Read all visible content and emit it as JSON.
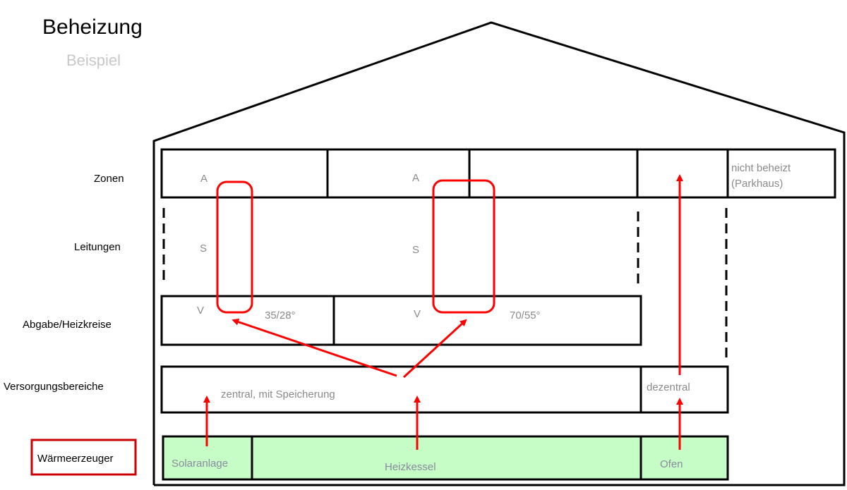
{
  "title": "Beheizung",
  "subtitle": "Beispiel",
  "rows": {
    "zonen": "Zonen",
    "leitungen": "Leitungen",
    "abgabe": "Abgabe/Heizkreise",
    "versorgung": "Versorgungsbereiche",
    "erzeuger": "Wärmeerzeuger"
  },
  "zones": {
    "a1": "A",
    "a2": "A",
    "unheated_line1": "nicht beheizt",
    "unheated_line2": "(Parkhaus)"
  },
  "pipes": {
    "s1": "S",
    "s2": "S"
  },
  "circuits": {
    "v1": "V",
    "t1": "35/28°",
    "v2": "V",
    "t2": "70/55°"
  },
  "supply": {
    "central": "zentral, mit Speicherung",
    "decentral": "dezentral"
  },
  "generators": {
    "solar": "Solaranlage",
    "boiler": "Heizkessel",
    "stove": "Ofen"
  },
  "colors": {
    "arrow": "#ff0000",
    "generator_fill": "#c6fcc6",
    "highlight_box": "#cc0000"
  }
}
